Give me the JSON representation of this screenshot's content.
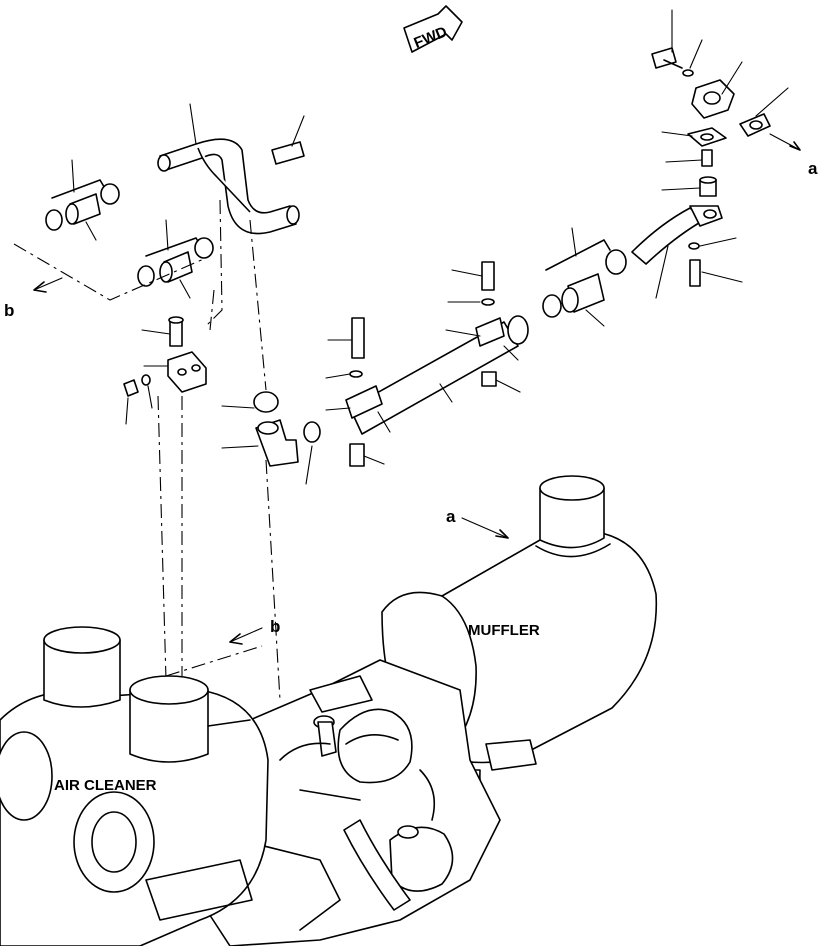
{
  "labels": {
    "fwd": "FWD",
    "muffler": "MUFFLER",
    "air_cleaner": "AIR CLEANER",
    "ref_a": "a",
    "ref_b": "b"
  },
  "colors": {
    "line": "#000000",
    "background": "#ffffff"
  }
}
